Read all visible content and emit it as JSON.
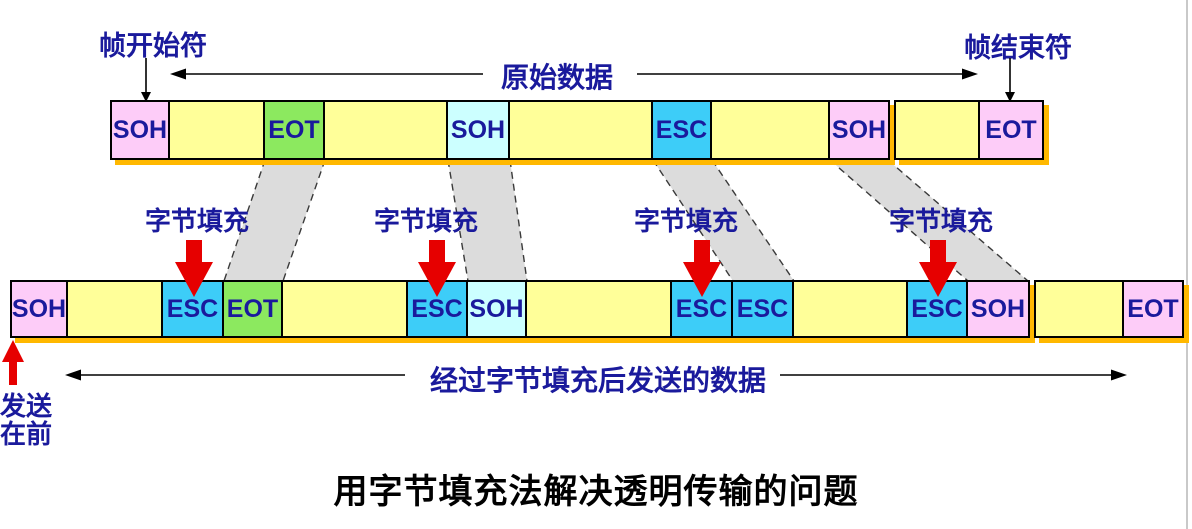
{
  "title": "用字节填充法解决透明传输的问题",
  "labels": {
    "frame_start": "帧开始符",
    "frame_end": "帧结束符",
    "original_data": "原始数据",
    "stuffed_data": "经过字节填充后发送的数据",
    "send_first": [
      "发送",
      "在前"
    ],
    "byte_stuffing": [
      "字节填充",
      "字节填充",
      "字节填充",
      "字节填充"
    ]
  },
  "colors": {
    "pink": "#fdccf8",
    "yellow": "#ffff99",
    "green": "#8ce95f",
    "blue": "#3dcdf8",
    "cyan": "#ccffff",
    "shadow": "#ffb800",
    "band": "#dcdcdc",
    "navy": "#1a1a9c",
    "red": "#e60000",
    "black": "#000000",
    "edge": "#c9c9c9"
  },
  "top_row": {
    "groups": [
      {
        "cells": [
          {
            "label": "SOH",
            "color": "pink",
            "w": 60
          },
          {
            "label": "",
            "color": "yellow",
            "w": 95
          },
          {
            "label": "EOT",
            "color": "green",
            "w": 60
          },
          {
            "label": "",
            "color": "yellow",
            "w": 123
          },
          {
            "label": "SOH",
            "color": "cyan",
            "w": 62
          },
          {
            "label": "",
            "color": "yellow",
            "w": 143
          },
          {
            "label": "ESC",
            "color": "blue",
            "w": 59
          },
          {
            "label": "",
            "color": "yellow",
            "w": 118
          },
          {
            "label": "SOH",
            "color": "pink",
            "w": 60
          }
        ]
      },
      {
        "cells": [
          {
            "label": "",
            "color": "yellow",
            "w": 86
          },
          {
            "label": "EOT",
            "color": "pink",
            "w": 64
          }
        ]
      }
    ]
  },
  "bottom_row": {
    "groups": [
      {
        "cells": [
          {
            "label": "SOH",
            "color": "pink",
            "w": 58
          },
          {
            "label": "",
            "color": "yellow",
            "w": 95
          },
          {
            "label": "ESC",
            "color": "blue",
            "w": 61
          },
          {
            "label": "EOT",
            "color": "green",
            "w": 59
          },
          {
            "label": "",
            "color": "yellow",
            "w": 125
          },
          {
            "label": "ESC",
            "color": "blue",
            "w": 60
          },
          {
            "label": "SOH",
            "color": "cyan",
            "w": 59
          },
          {
            "label": "",
            "color": "yellow",
            "w": 145
          },
          {
            "label": "ESC",
            "color": "blue",
            "w": 61
          },
          {
            "label": "ESC",
            "color": "blue",
            "w": 61
          },
          {
            "label": "",
            "color": "yellow",
            "w": 114
          },
          {
            "label": "ESC",
            "color": "blue",
            "w": 60
          },
          {
            "label": "SOH",
            "color": "pink",
            "w": 62
          }
        ]
      },
      {
        "cells": [
          {
            "label": "",
            "color": "yellow",
            "w": 90
          },
          {
            "label": "EOT",
            "color": "pink",
            "w": 60
          }
        ]
      }
    ]
  }
}
